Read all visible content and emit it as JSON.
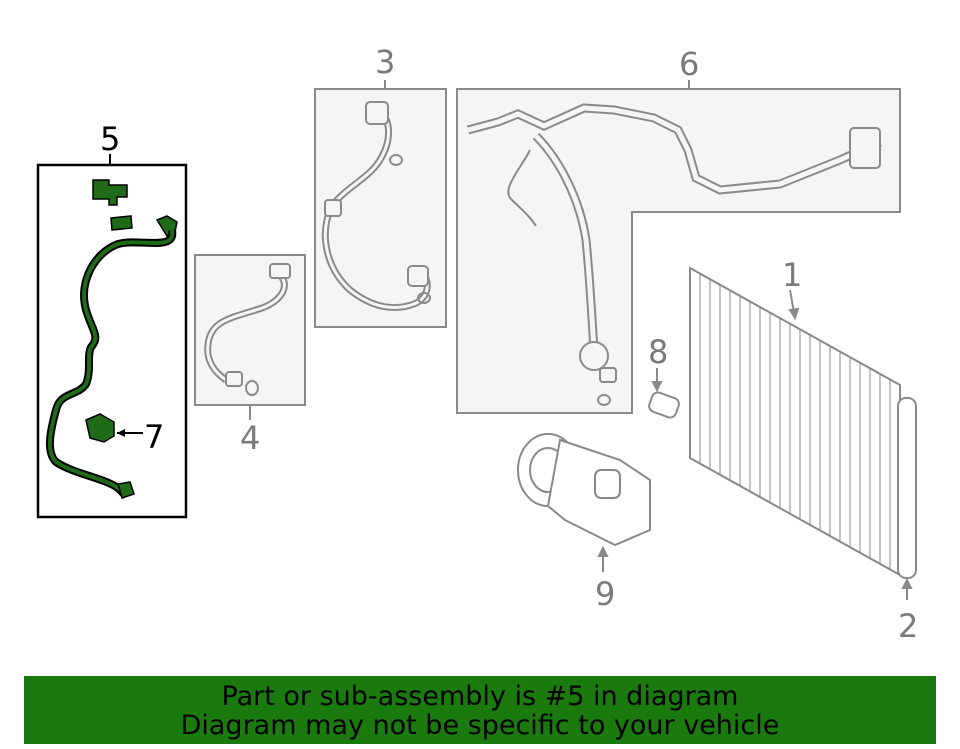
{
  "callouts": {
    "c1": "1",
    "c2": "2",
    "c3": "3",
    "c4": "4",
    "c5": "5",
    "c6": "6",
    "c7": "7",
    "c8": "8",
    "c9": "9"
  },
  "banner": {
    "line1": "Part or sub-assembly is #5 in diagram",
    "line2": "Diagram may not be specific to your vehicle"
  },
  "colors": {
    "highlight": "#1f6b18",
    "banner": "#1b7a0e",
    "line": "#8a8a8a"
  }
}
